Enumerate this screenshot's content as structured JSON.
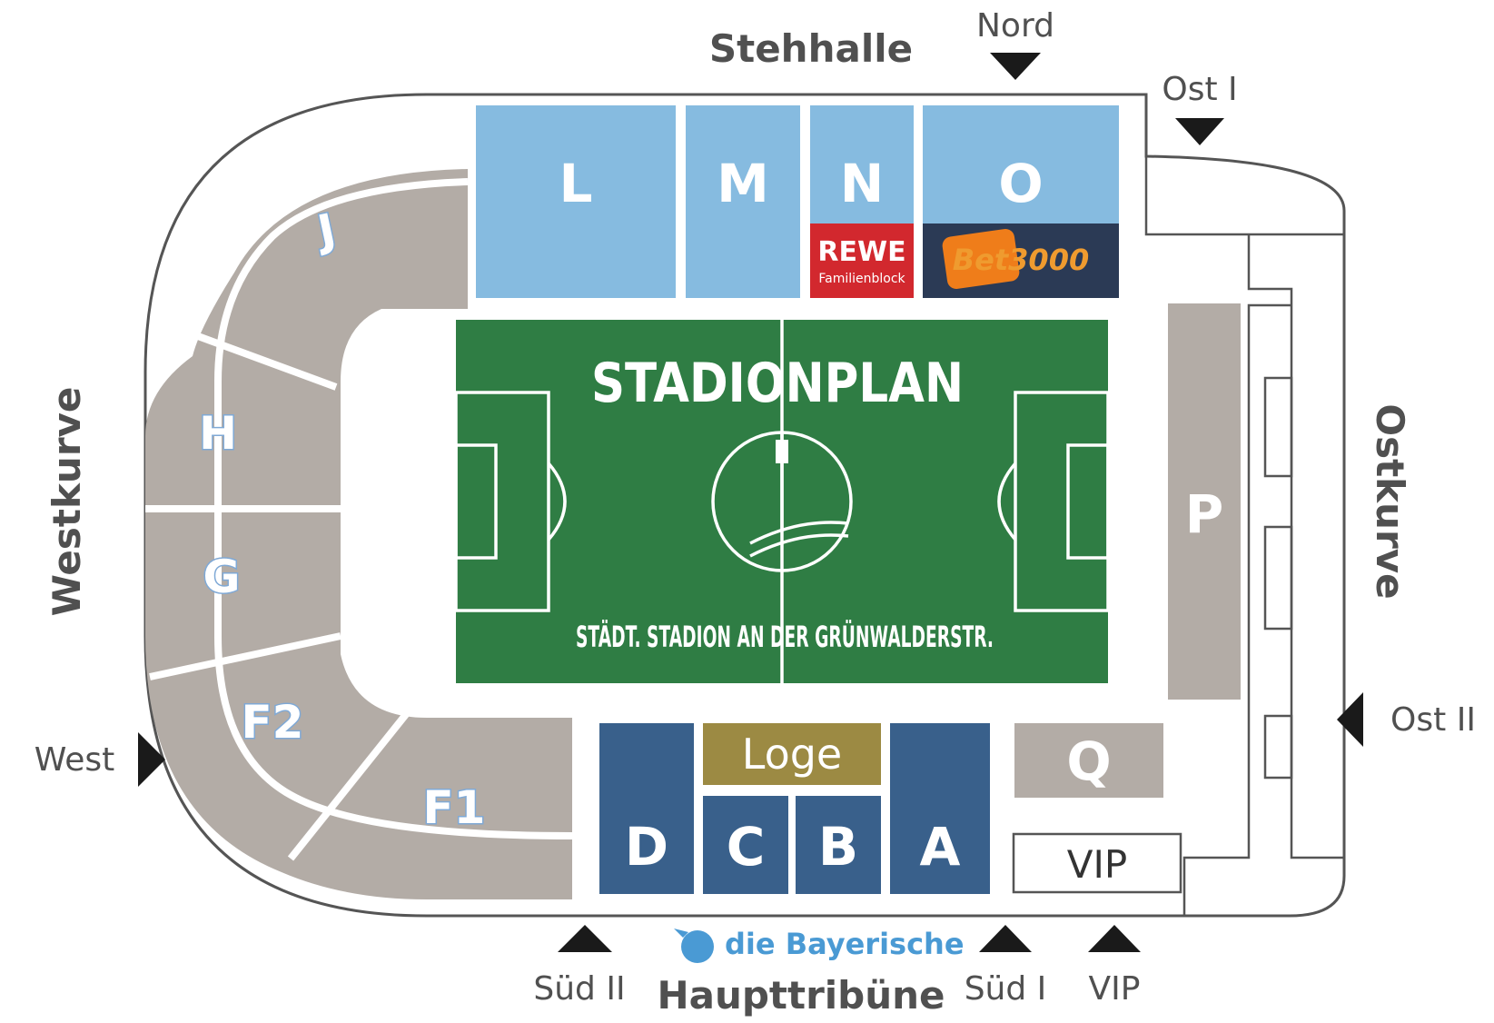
{
  "labels": {
    "top_stand": "Stehhalle",
    "west_curve": "Westkurve",
    "east_curve": "Ostkurve",
    "main_stand": "Haupttribüne",
    "sponsor_main": "die Bayerische"
  },
  "gates": {
    "nord": "Nord",
    "ost1": "Ost I",
    "ost2": "Ost II",
    "west": "West",
    "sued2": "Süd II",
    "sued1": "Süd I",
    "vip": "VIP"
  },
  "pitch": {
    "title": "STADIONPLAN",
    "subtitle": "STÄDT. STADION AN DER GRÜNWALDERSTR."
  },
  "blocks": {
    "L": "L",
    "M": "M",
    "N": "N",
    "O": "O",
    "J": "J",
    "H": "H",
    "G": "G",
    "F2": "F2",
    "F1": "F1",
    "P": "P",
    "Q": "Q",
    "D": "D",
    "C": "C",
    "B": "B",
    "A": "A",
    "loge": "Loge",
    "vip_box": "VIP"
  },
  "sponsors": {
    "rewe": "REWE",
    "rewe_sub": "Familienblock",
    "bet": "Bet3000"
  },
  "colors": {
    "light_blue": "#86bbe0",
    "dark_blue": "#39608b",
    "gray": "#b3aca6",
    "pitch_green": "#2f7d44",
    "loge_gold": "#9c8a43",
    "rewe_red": "#d2282e",
    "bet_navy": "#2b3a55",
    "bet_orange": "#ef7d1a"
  }
}
